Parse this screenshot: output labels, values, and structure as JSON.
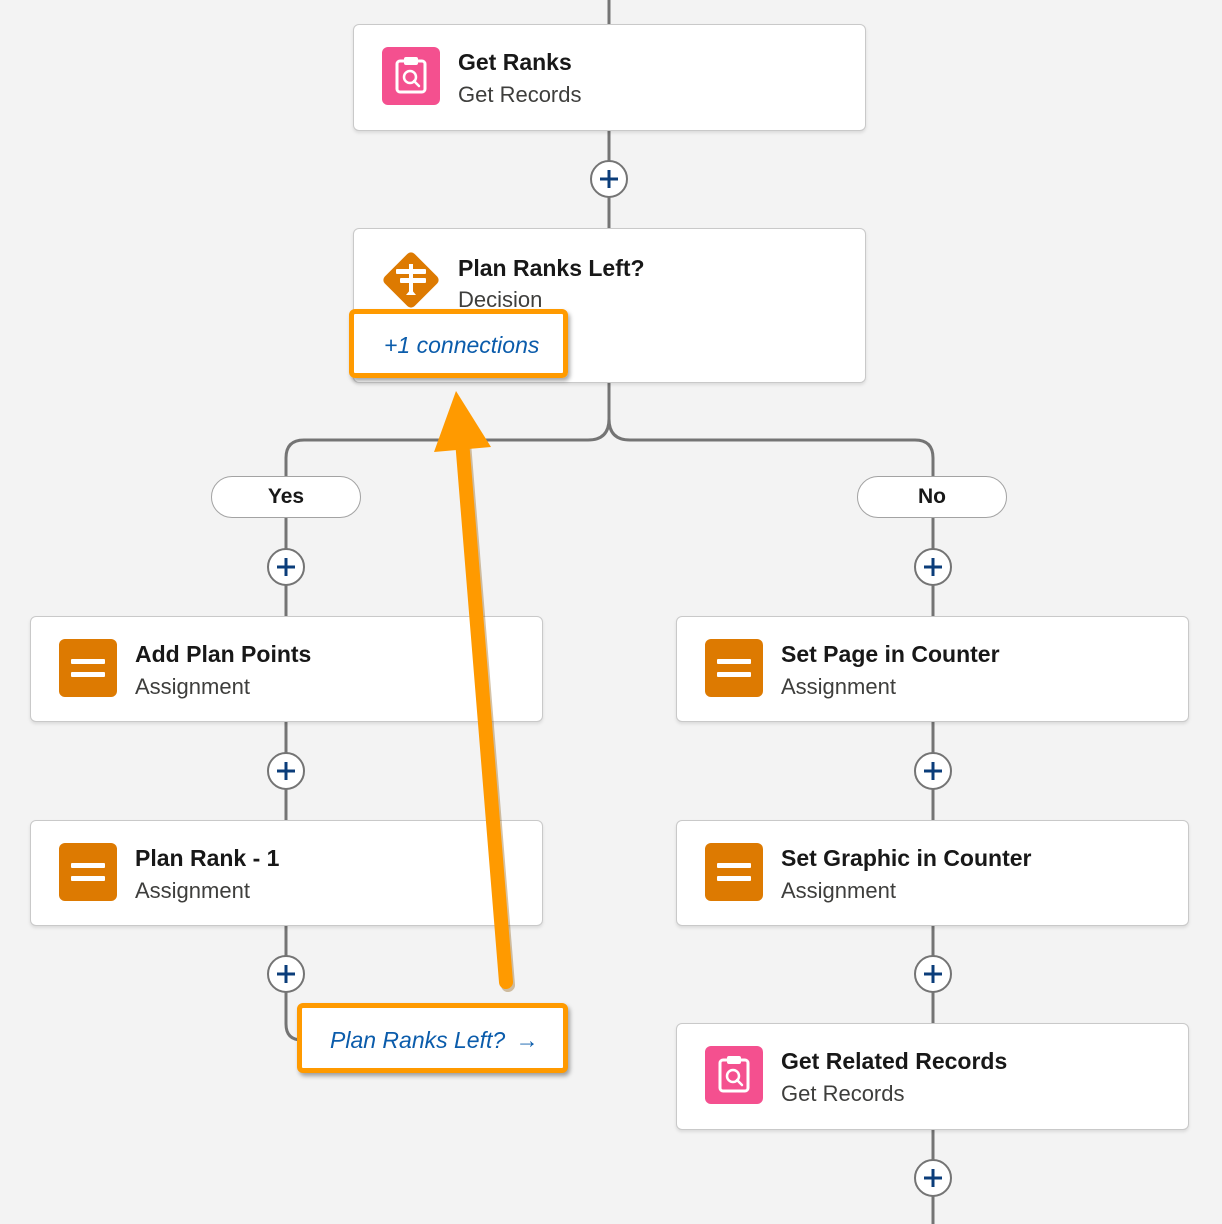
{
  "colors": {
    "accent_orange": "#ff9a00",
    "assignment_icon": "#dd7a01",
    "get_records_icon": "#f4508f",
    "link_blue": "#0b5cab"
  },
  "nodes": {
    "get_ranks": {
      "title": "Get Ranks",
      "subtitle": "Get Records",
      "icon": "get-records-icon"
    },
    "decision": {
      "title": "Plan Ranks Left?",
      "subtitle": "Decision",
      "icon": "decision-icon",
      "connections": "+1 connections"
    },
    "add_plan_points": {
      "title": "Add Plan Points",
      "subtitle": "Assignment",
      "icon": "assignment-icon"
    },
    "plan_rank_minus": {
      "title": "Plan Rank - 1",
      "subtitle": "Assignment",
      "icon": "assignment-icon"
    },
    "set_page_counter": {
      "title": "Set Page in Counter",
      "subtitle": "Assignment",
      "icon": "assignment-icon"
    },
    "set_graphic_counter": {
      "title": "Set Graphic in Counter",
      "subtitle": "Assignment",
      "icon": "assignment-icon"
    },
    "get_related_records": {
      "title": "Get Related Records",
      "subtitle": "Get Records",
      "icon": "get-records-icon"
    }
  },
  "branches": {
    "yes_label": "Yes",
    "no_label": "No"
  },
  "goto_link": {
    "label": "Plan Ranks Left?",
    "arrow": "→"
  }
}
